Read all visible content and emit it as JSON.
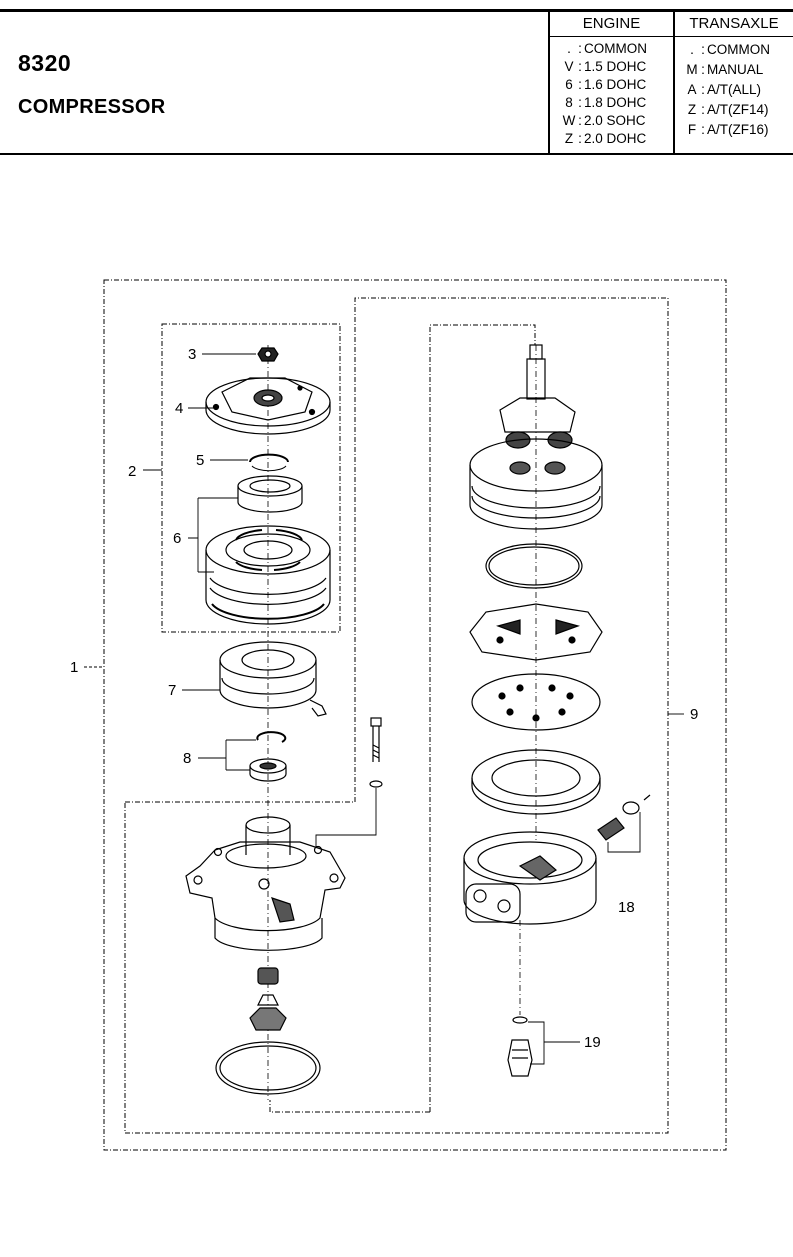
{
  "header": {
    "code": "8320",
    "title": "COMPRESSOR"
  },
  "engine_table": {
    "heading": "ENGINE",
    "rows": [
      {
        "key": ".",
        "value": "COMMON"
      },
      {
        "key": "V",
        "value": "1.5 DOHC"
      },
      {
        "key": "6",
        "value": "1.6 DOHC"
      },
      {
        "key": "8",
        "value": "1.8 DOHC"
      },
      {
        "key": "W",
        "value": "2.0 SOHC"
      },
      {
        "key": "Z",
        "value": "2.0 DOHC"
      }
    ]
  },
  "transaxle_table": {
    "heading": "TRANSAXLE",
    "rows": [
      {
        "key": ".",
        "value": "COMMON"
      },
      {
        "key": "M",
        "value": "MANUAL"
      },
      {
        "key": "A",
        "value": "A/T(ALL)"
      },
      {
        "key": "Z",
        "value": "A/T(ZF14)"
      },
      {
        "key": "F",
        "value": "A/T(ZF16)"
      }
    ]
  },
  "callouts": [
    "1",
    "2",
    "3",
    "4",
    "5",
    "6",
    "7",
    "8",
    "9",
    "18",
    "19"
  ]
}
